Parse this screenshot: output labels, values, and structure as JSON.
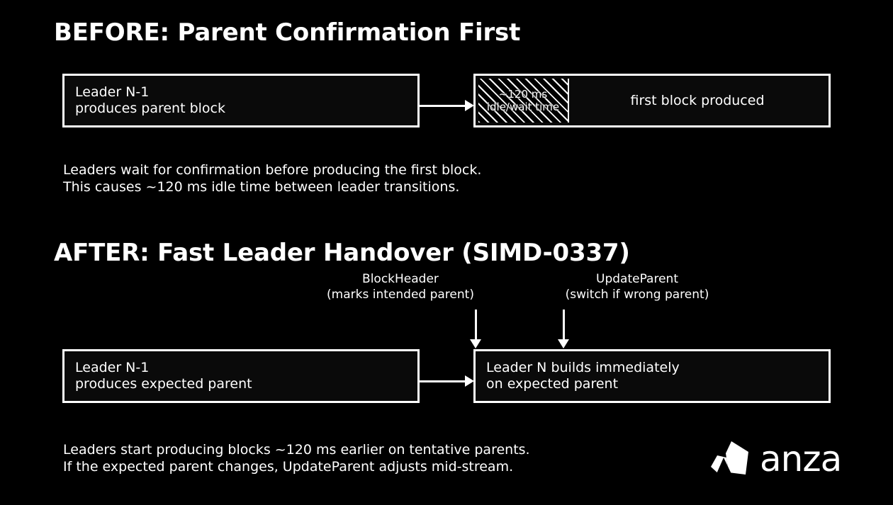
{
  "before": {
    "heading": "BEFORE: Parent Confirmation First",
    "left_box": "Leader N-1\nproduces parent block",
    "wait_label": "~120 ms\nidle/wait time",
    "right_box": "first block produced",
    "caption": "Leaders wait for confirmation before producing the first block.\nThis causes ~120 ms idle time between leader transitions."
  },
  "after": {
    "heading": "AFTER: Fast Leader Handover (SIMD-0337)",
    "callout_blockheader": "BlockHeader\n(marks intended parent)",
    "callout_updateparent": "UpdateParent\n(switch if wrong parent)",
    "left_box": "Leader N-1\nproduces expected parent",
    "right_box": "Leader N builds immediately\non expected parent",
    "caption": "Leaders start producing blocks ~120 ms earlier on tentative parents.\nIf the expected parent changes, UpdateParent adjusts mid-stream."
  },
  "logo": {
    "wordmark": "anza"
  },
  "colors": {
    "background": "#000000",
    "foreground": "#ffffff",
    "box_fill": "#0a0a0a"
  }
}
